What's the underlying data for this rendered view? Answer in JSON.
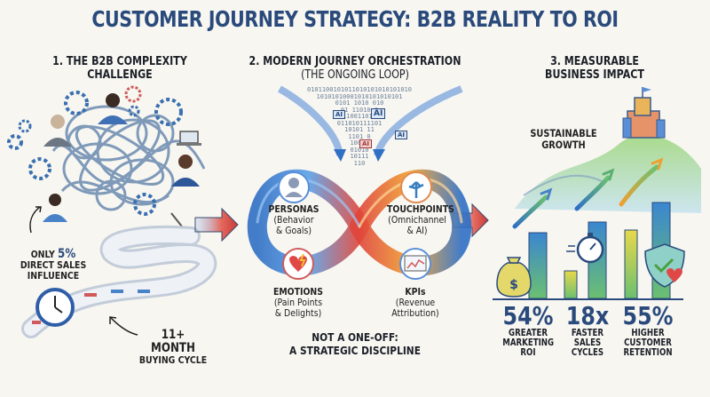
{
  "title": "CUSTOMER JOURNEY STRATEGY: B2B REALITY TO ROI",
  "sections": [
    {
      "heading_line1": "1. THE B2B COMPLEXITY",
      "heading_line2": "CHALLENGE",
      "callouts": [
        {
          "line1_prefix": "ONLY ",
          "line1_value": "5%",
          "line2": "DIRECT SALES",
          "line3": "INFLUENCE"
        },
        {
          "line1": "11+ MONTH",
          "line2": "BUYING CYCLE"
        }
      ],
      "icons": [
        "gear-icon",
        "person-icon",
        "laptop-icon",
        "tangled-lines-icon",
        "clock-icon",
        "calendar-road-icon"
      ]
    },
    {
      "heading_line1": "2. MODERN JOURNEY ORCHESTRATION",
      "heading_line2": "(THE ONGOING LOOP)",
      "binary_text": [
        "0101100101011010101010101010",
        "10101010001010101010101",
        "0101 1010 010",
        "01 11010 0",
        "1011001101101",
        "011010111101",
        "10101 11",
        "1101 0",
        "10001",
        "01010",
        "10111",
        "110"
      ],
      "ai_badges": [
        "AI",
        "AI",
        "AI",
        "AI"
      ],
      "nodes": [
        {
          "title": "PERSONAS",
          "sub1": "(Behavior",
          "sub2": "& Goals)",
          "icon": "persona-icon"
        },
        {
          "title": "TOUCHPOINTS",
          "sub1": "(Omnichannel",
          "sub2": "& AI)",
          "icon": "signpost-arrows-icon"
        },
        {
          "title": "EMOTIONS",
          "sub1": "(Pain Points",
          "sub2": "& Delights)",
          "icon": "heart-storm-icon"
        },
        {
          "title": "KPIs",
          "sub1": "(Revenue",
          "sub2": "Attribution)",
          "icon": "chart-screen-icon"
        }
      ],
      "footer_line1": "NOT A ONE-OFF:",
      "footer_line2": "A STRATEGIC DISCIPLINE"
    },
    {
      "heading_line1": "3. MEASURABLE",
      "heading_line2": "BUSINESS IMPACT",
      "growth_label_line1": "SUSTAINABLE",
      "growth_label_line2": "GROWTH",
      "stats": [
        {
          "value": "54%",
          "line1": "GREATER",
          "line2": "MARKETING",
          "line3": "ROI",
          "icon": "money-bag-icon"
        },
        {
          "value": "18x",
          "line1": "FASTER",
          "line2": "SALES",
          "line3": "CYCLES",
          "icon": "stopwatch-icon"
        },
        {
          "value": "55%",
          "line1": "HIGHER",
          "line2": "CUSTOMER",
          "line3": "RETENTION",
          "icon": "shield-heart-icon"
        }
      ]
    }
  ],
  "colors": {
    "title": "#2a4a7c",
    "stat_number": "#2a4a7c",
    "loop_blue": "#2f6fc4",
    "loop_red": "#e0453a",
    "loop_orange": "#f0a030",
    "bar_green": "#6cc070",
    "bar_blue": "#3a86d0",
    "background": "#f7f6f1"
  }
}
